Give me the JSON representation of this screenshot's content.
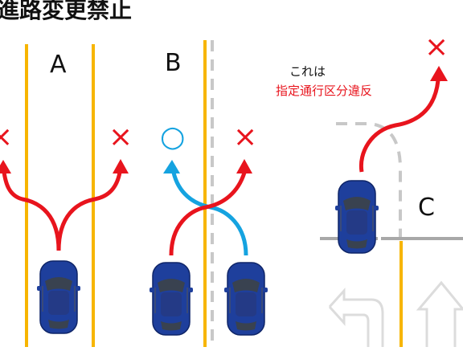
{
  "title": "進路変更禁止",
  "sections": [
    {
      "label": "A"
    },
    {
      "label": "B"
    },
    {
      "label": "C"
    }
  ],
  "marks": {
    "allowed_symbol": "○",
    "forbidden_symbol": "×"
  },
  "note": {
    "line1": "これは",
    "line2": "指定通行区分違反"
  },
  "colors": {
    "yellow_line": "#f7b500",
    "white_line": "#c8c8c8",
    "forbidden": "#e8141d",
    "allowed": "#15a3e0",
    "car_body": "#1e3f9c",
    "note_warning": "#e8141d"
  },
  "icons": [
    "car-icon",
    "cross-mark-icon",
    "circle-mark-icon",
    "lane-arrow-icon"
  ]
}
